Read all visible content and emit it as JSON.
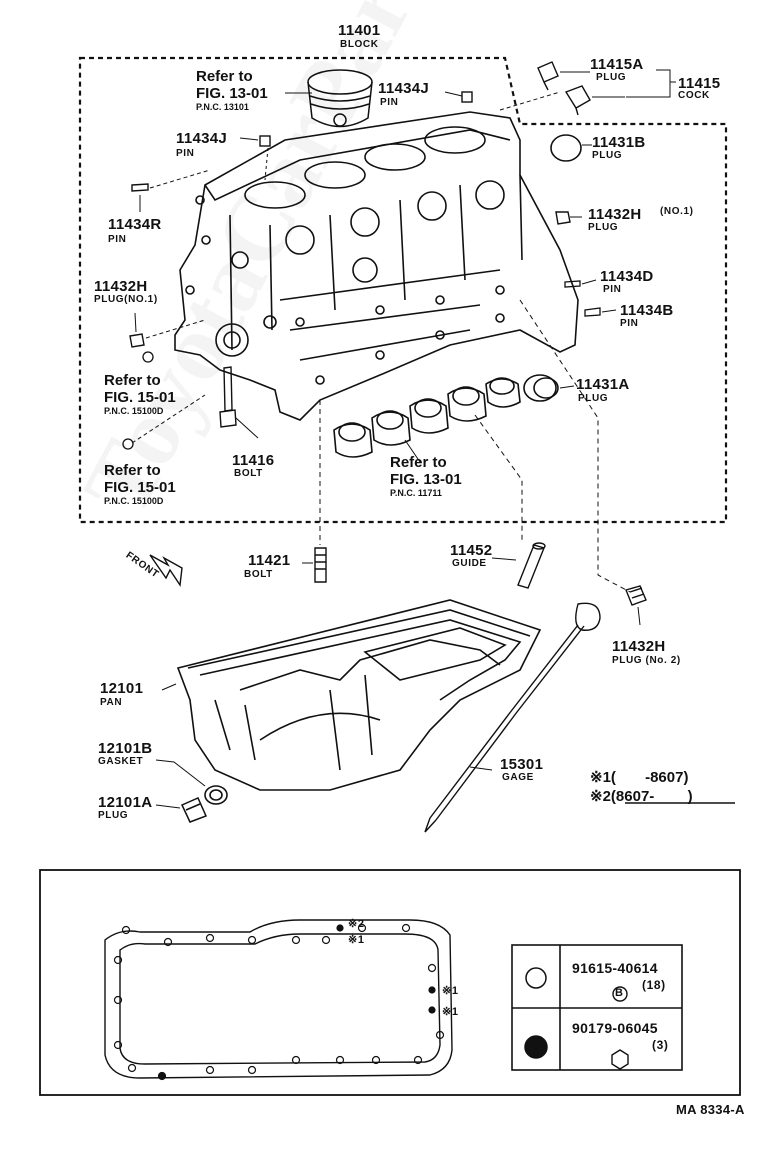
{
  "parts": {
    "block": {
      "pn": "11401",
      "name": "BLOCK"
    },
    "plug_a": {
      "pn": "11415A",
      "name": "PLUG"
    },
    "cock": {
      "pn": "11415",
      "name": "COCK"
    },
    "pin_j_top": {
      "pn": "11434J",
      "name": "PIN"
    },
    "pin_j_left": {
      "pn": "11434J",
      "name": "PIN"
    },
    "plug_b": {
      "pn": "11431B",
      "name": "PLUG"
    },
    "pin_r": {
      "pn": "11434R",
      "name": "PIN"
    },
    "plug_h1_right": {
      "pn": "11432H",
      "name": "PLUG",
      "note": "(NO.1)"
    },
    "pin_d": {
      "pn": "11434D",
      "name": "PIN"
    },
    "plug_h1_left": {
      "pn": "11432H",
      "name": "PLUG(NO.1)"
    },
    "pin_b": {
      "pn": "11434B",
      "name": "PIN"
    },
    "plug_a2": {
      "pn": "11431A",
      "name": "PLUG"
    },
    "bolt_16": {
      "pn": "11416",
      "name": "BOLT"
    },
    "bolt_21": {
      "pn": "11421",
      "name": "BOLT"
    },
    "guide": {
      "pn": "11452",
      "name": "GUIDE"
    },
    "plug_h2": {
      "pn": "11432H",
      "name": "PLUG (No. 2)"
    },
    "pan": {
      "pn": "12101",
      "name": "PAN"
    },
    "gasket": {
      "pn": "12101B",
      "name": "GASKET"
    },
    "gage": {
      "pn": "15301",
      "name": "GAGE"
    },
    "pan_plug": {
      "pn": "12101A",
      "name": "PLUG"
    }
  },
  "refs": {
    "piston": {
      "label": "Refer to",
      "fig": "FIG. 13-01",
      "pnc": "P.N.C. 13101"
    },
    "left1": {
      "label": "Refer to",
      "fig": "FIG. 15-01",
      "pnc": "P.N.C. 15100D"
    },
    "left2": {
      "label": "Refer to",
      "fig": "FIG. 15-01",
      "pnc": "P.N.C. 15100D"
    },
    "bearing": {
      "label": "Refer to",
      "fig": "FIG. 13-01",
      "pnc": "P.N.C. 11711"
    }
  },
  "front_label": "FRONT",
  "legend": {
    "s1": {
      "mark": "※1",
      "range": "(       -8607)"
    },
    "s2": {
      "mark": "※2",
      "range": "(8607-        )"
    }
  },
  "fasteners": [
    {
      "pn": "91615-40614",
      "qty": "(18)",
      "symbol": "B",
      "fill": "hollow"
    },
    {
      "pn": "90179-06045",
      "qty": "(3)",
      "symbol": "",
      "fill": "solid"
    }
  ],
  "gasket_marks": {
    "m1": "※1",
    "m2": "※2",
    "m3": "※1",
    "m4": "※1"
  },
  "diagram_code": "MA 8334-A",
  "watermark": "ToyotaCarPart.ru"
}
